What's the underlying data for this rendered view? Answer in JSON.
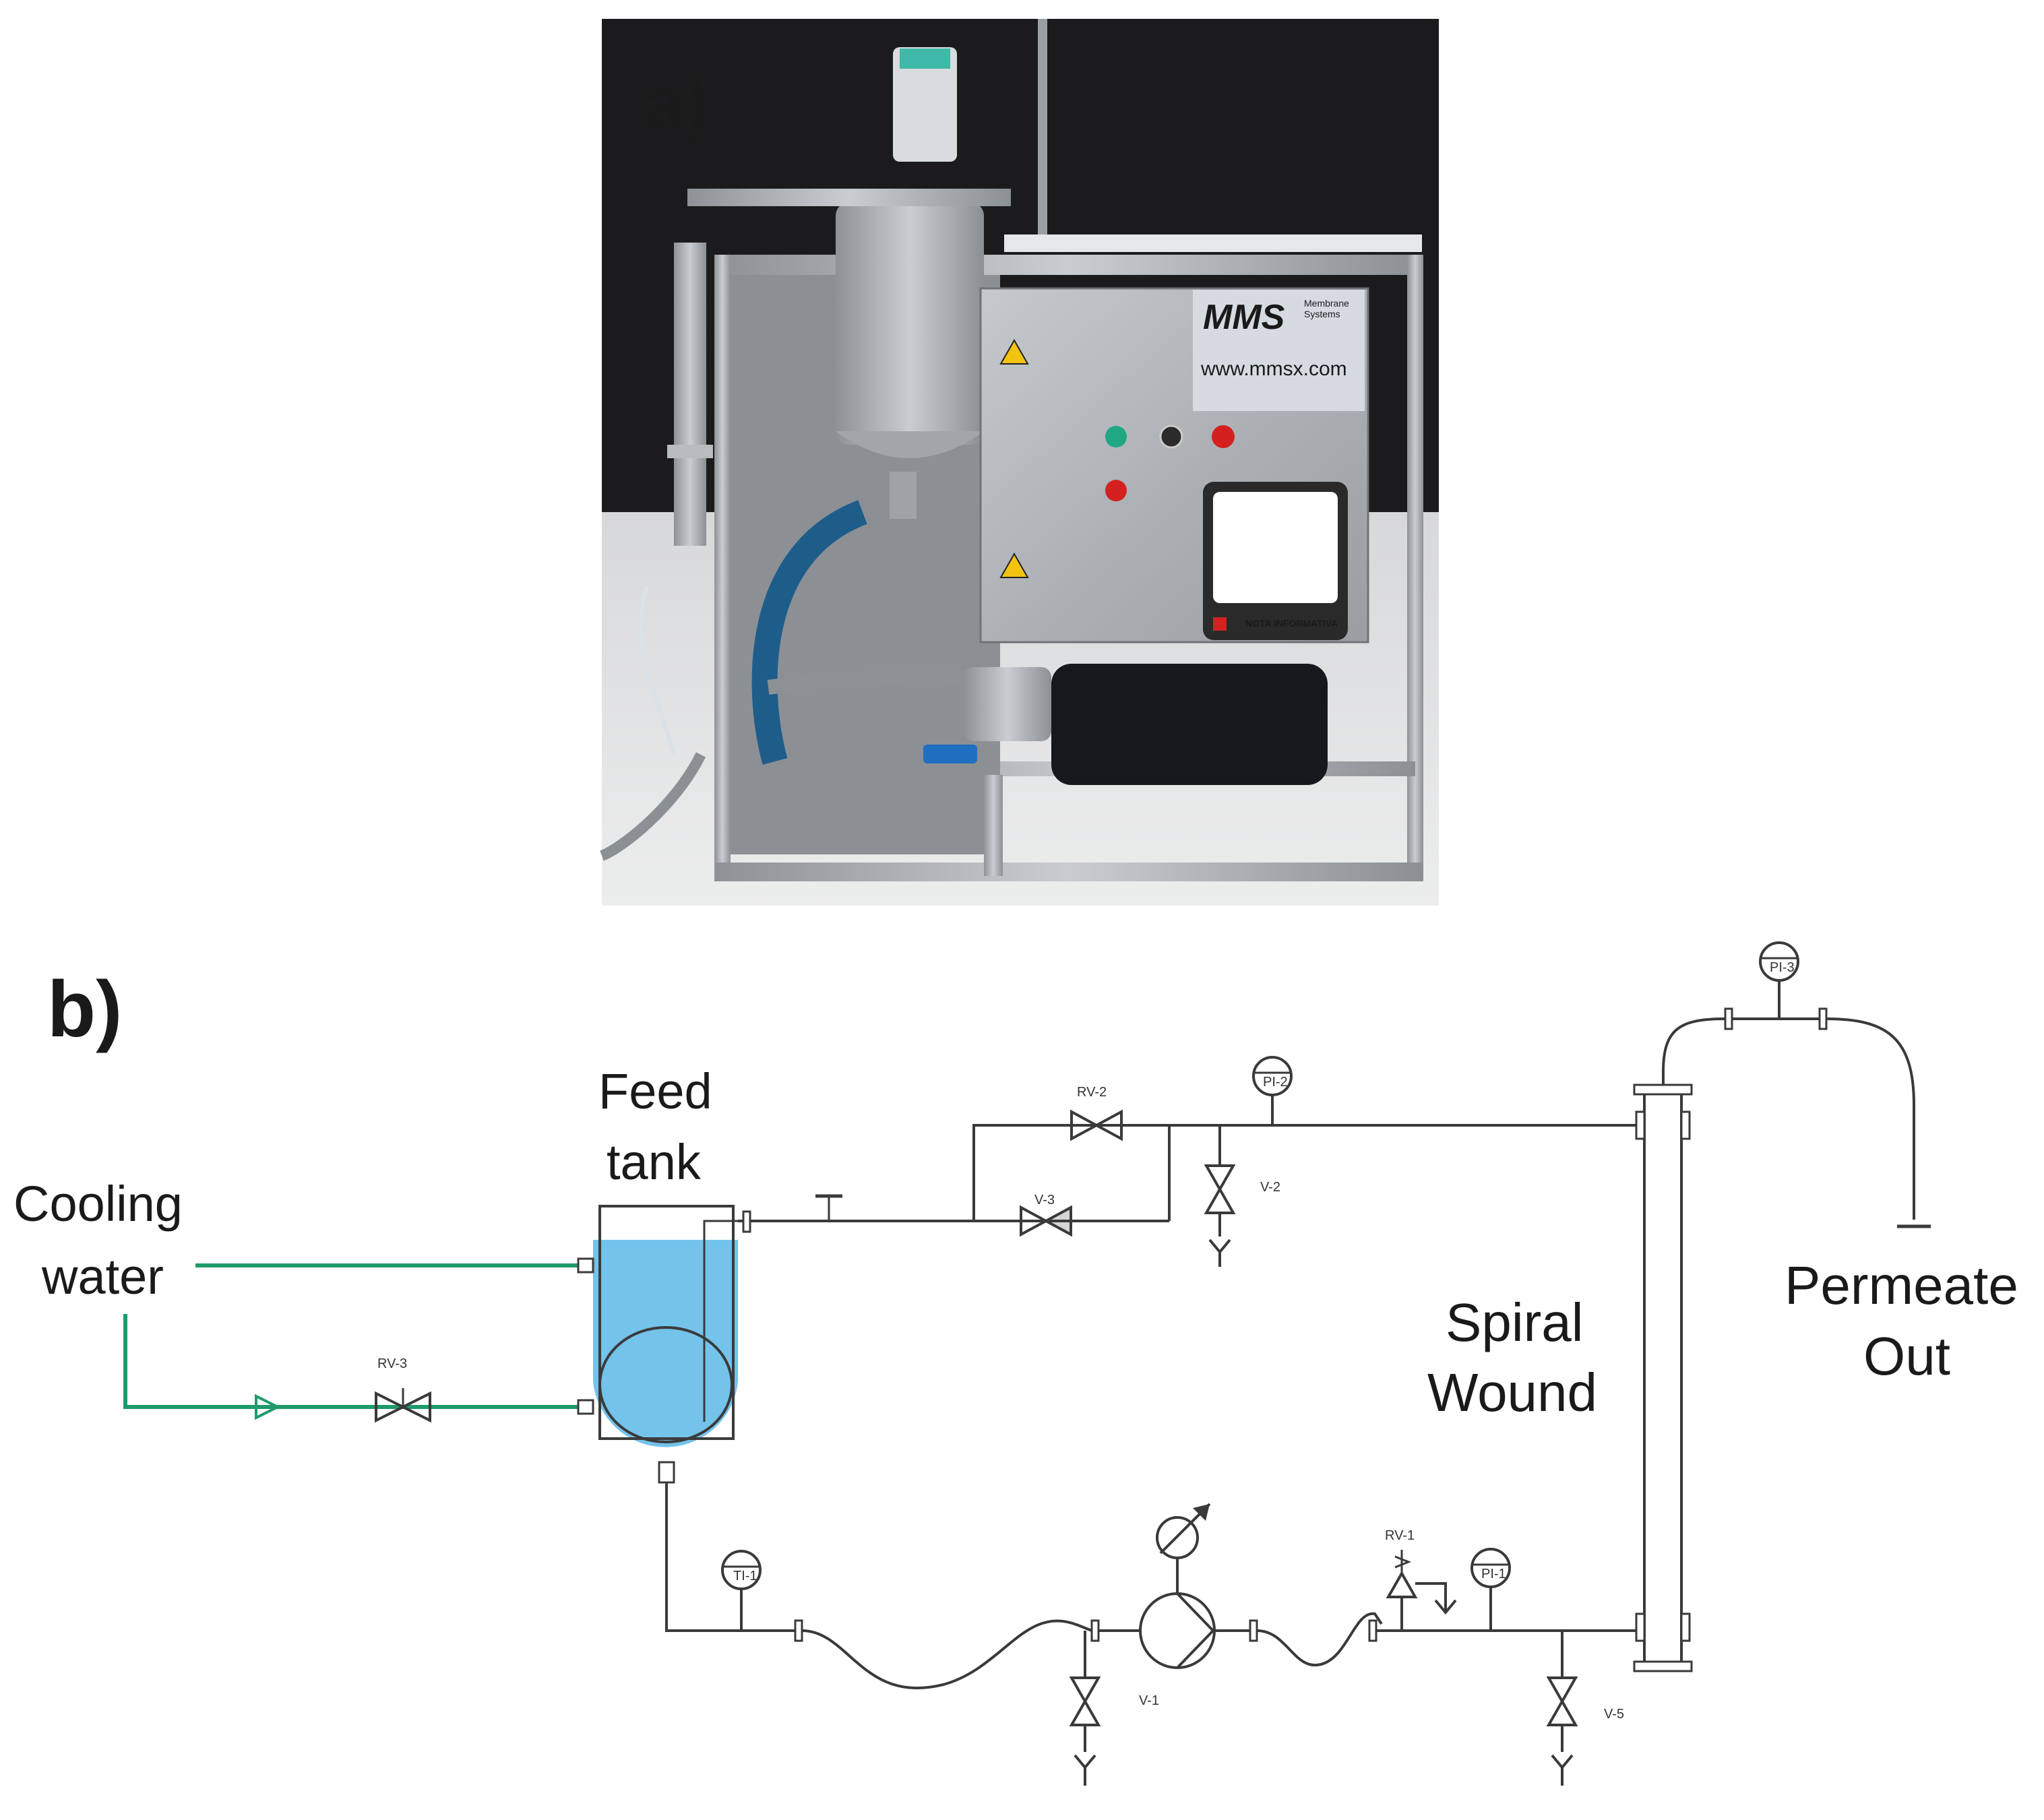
{
  "panel_a": {
    "label": "a)",
    "brand": "MMS",
    "brand_sub": "Membrane\nSystems",
    "url": "www.mmsx.com",
    "note": "NOTA INFORMATIVA"
  },
  "panel_b": {
    "label": "b)",
    "feed_tank": [
      "Feed",
      "tank"
    ],
    "cooling_water": [
      "Cooling",
      "water"
    ],
    "spiral_wound": [
      "Spiral",
      "Wound"
    ],
    "permeate_out": [
      "Permeate",
      "Out"
    ],
    "tags": {
      "rv3": "RV-3",
      "rv2": "RV-2",
      "v3": "V-3",
      "v2": "V-2",
      "rv1": "RV-1",
      "v1": "V-1",
      "v5": "V-5"
    },
    "gauges": {
      "pi2": "PI-2",
      "pi3": "PI-3",
      "pi1": "PI-1",
      "ti1": "TI-1"
    }
  },
  "colors": {
    "cooling_line": "#1f9a6a",
    "tank_liquid": "#5bb8e8",
    "photo_bg": "#1b1b1d"
  }
}
